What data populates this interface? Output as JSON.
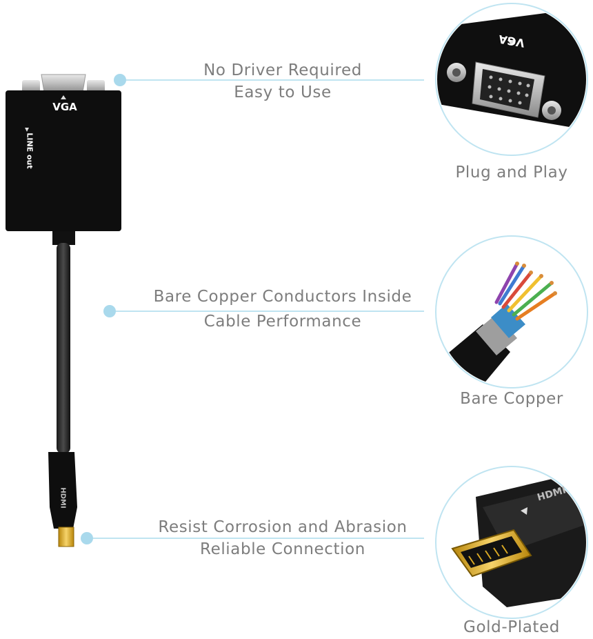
{
  "device": {
    "port_label": "VGA",
    "audio_label": "LINE out",
    "connector_label": "HDMI"
  },
  "features": [
    {
      "line1": "No Driver Required",
      "line2": "Easy to Use",
      "caption": "Plug and Play",
      "detail_label": "VGA"
    },
    {
      "line1": "Bare Copper Conductors Inside",
      "line2": "Cable Performance",
      "caption": "Bare Copper"
    },
    {
      "line1": "Resist Corrosion and Abrasion",
      "line2": "Reliable Connection",
      "caption": "Gold-Plated",
      "detail_label": "HDMI"
    }
  ],
  "colors": {
    "accent": "#bfe4f1",
    "dot": "#a9d9ec",
    "text": "#7d7d7d",
    "device": "#0e0e0e",
    "gold": "#d9a824"
  }
}
